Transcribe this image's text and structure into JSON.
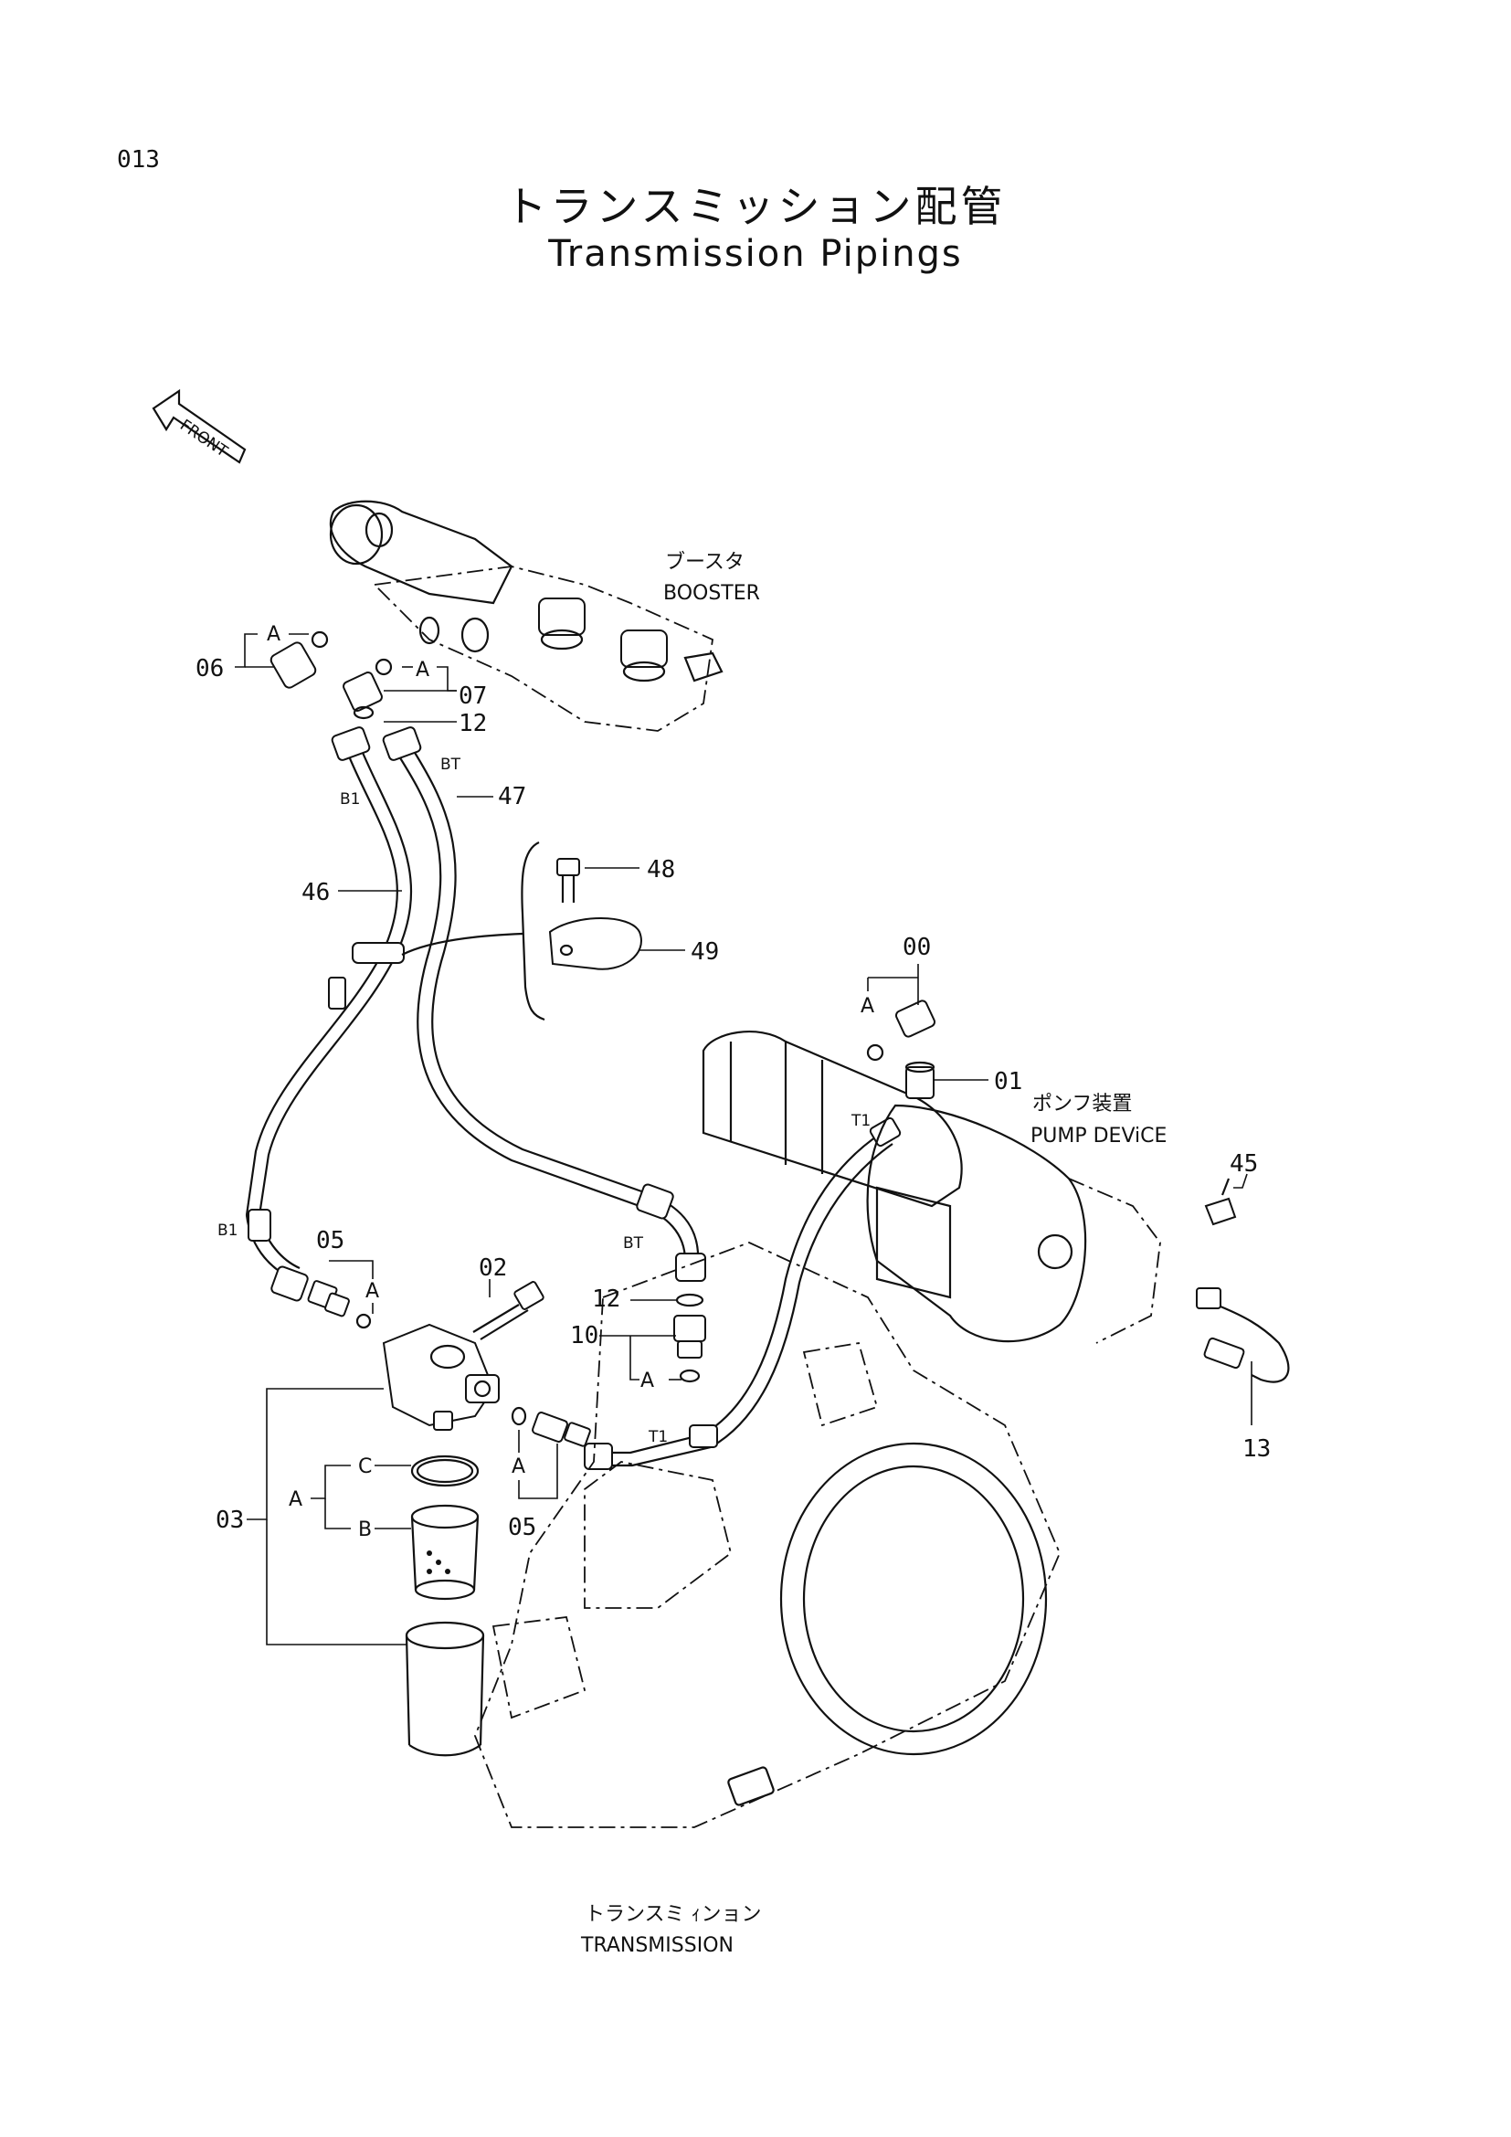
{
  "page_number": "013",
  "title_jp": "トランスミッション配管",
  "title_en": "Transmission Pipings",
  "front_arrow": "FRONT",
  "components": {
    "booster_jp": "ブースタ",
    "booster_en": "BOOSTER",
    "pump_jp": "ポンフ装置",
    "pump_en": "PUMP DEViCE",
    "transmission_jp": "トランスミ ｨンョン",
    "transmission_en": "TRANSMISSION"
  },
  "part_numbers": {
    "p00": "00",
    "p01": "01",
    "p02": "02",
    "p03": "03",
    "p05a": "05",
    "p05b": "05",
    "p06": "06",
    "p07": "07",
    "p10": "10",
    "p12a": "12",
    "p12b": "12",
    "p13": "13",
    "p45": "45",
    "p46": "46",
    "p47": "47",
    "p48": "48",
    "p49": "49"
  },
  "callout_letters": {
    "a1": "A",
    "a2": "A",
    "a3": "A",
    "a4": "A",
    "a5": "A",
    "a6": "A",
    "a7": "A",
    "b": "B",
    "c": "C"
  },
  "port_labels": {
    "b1_top": "B1",
    "bt_top": "BT",
    "b1_low": "B1",
    "bt_low": "BT",
    "t1_pump": "T1",
    "t1_low": "T1"
  }
}
